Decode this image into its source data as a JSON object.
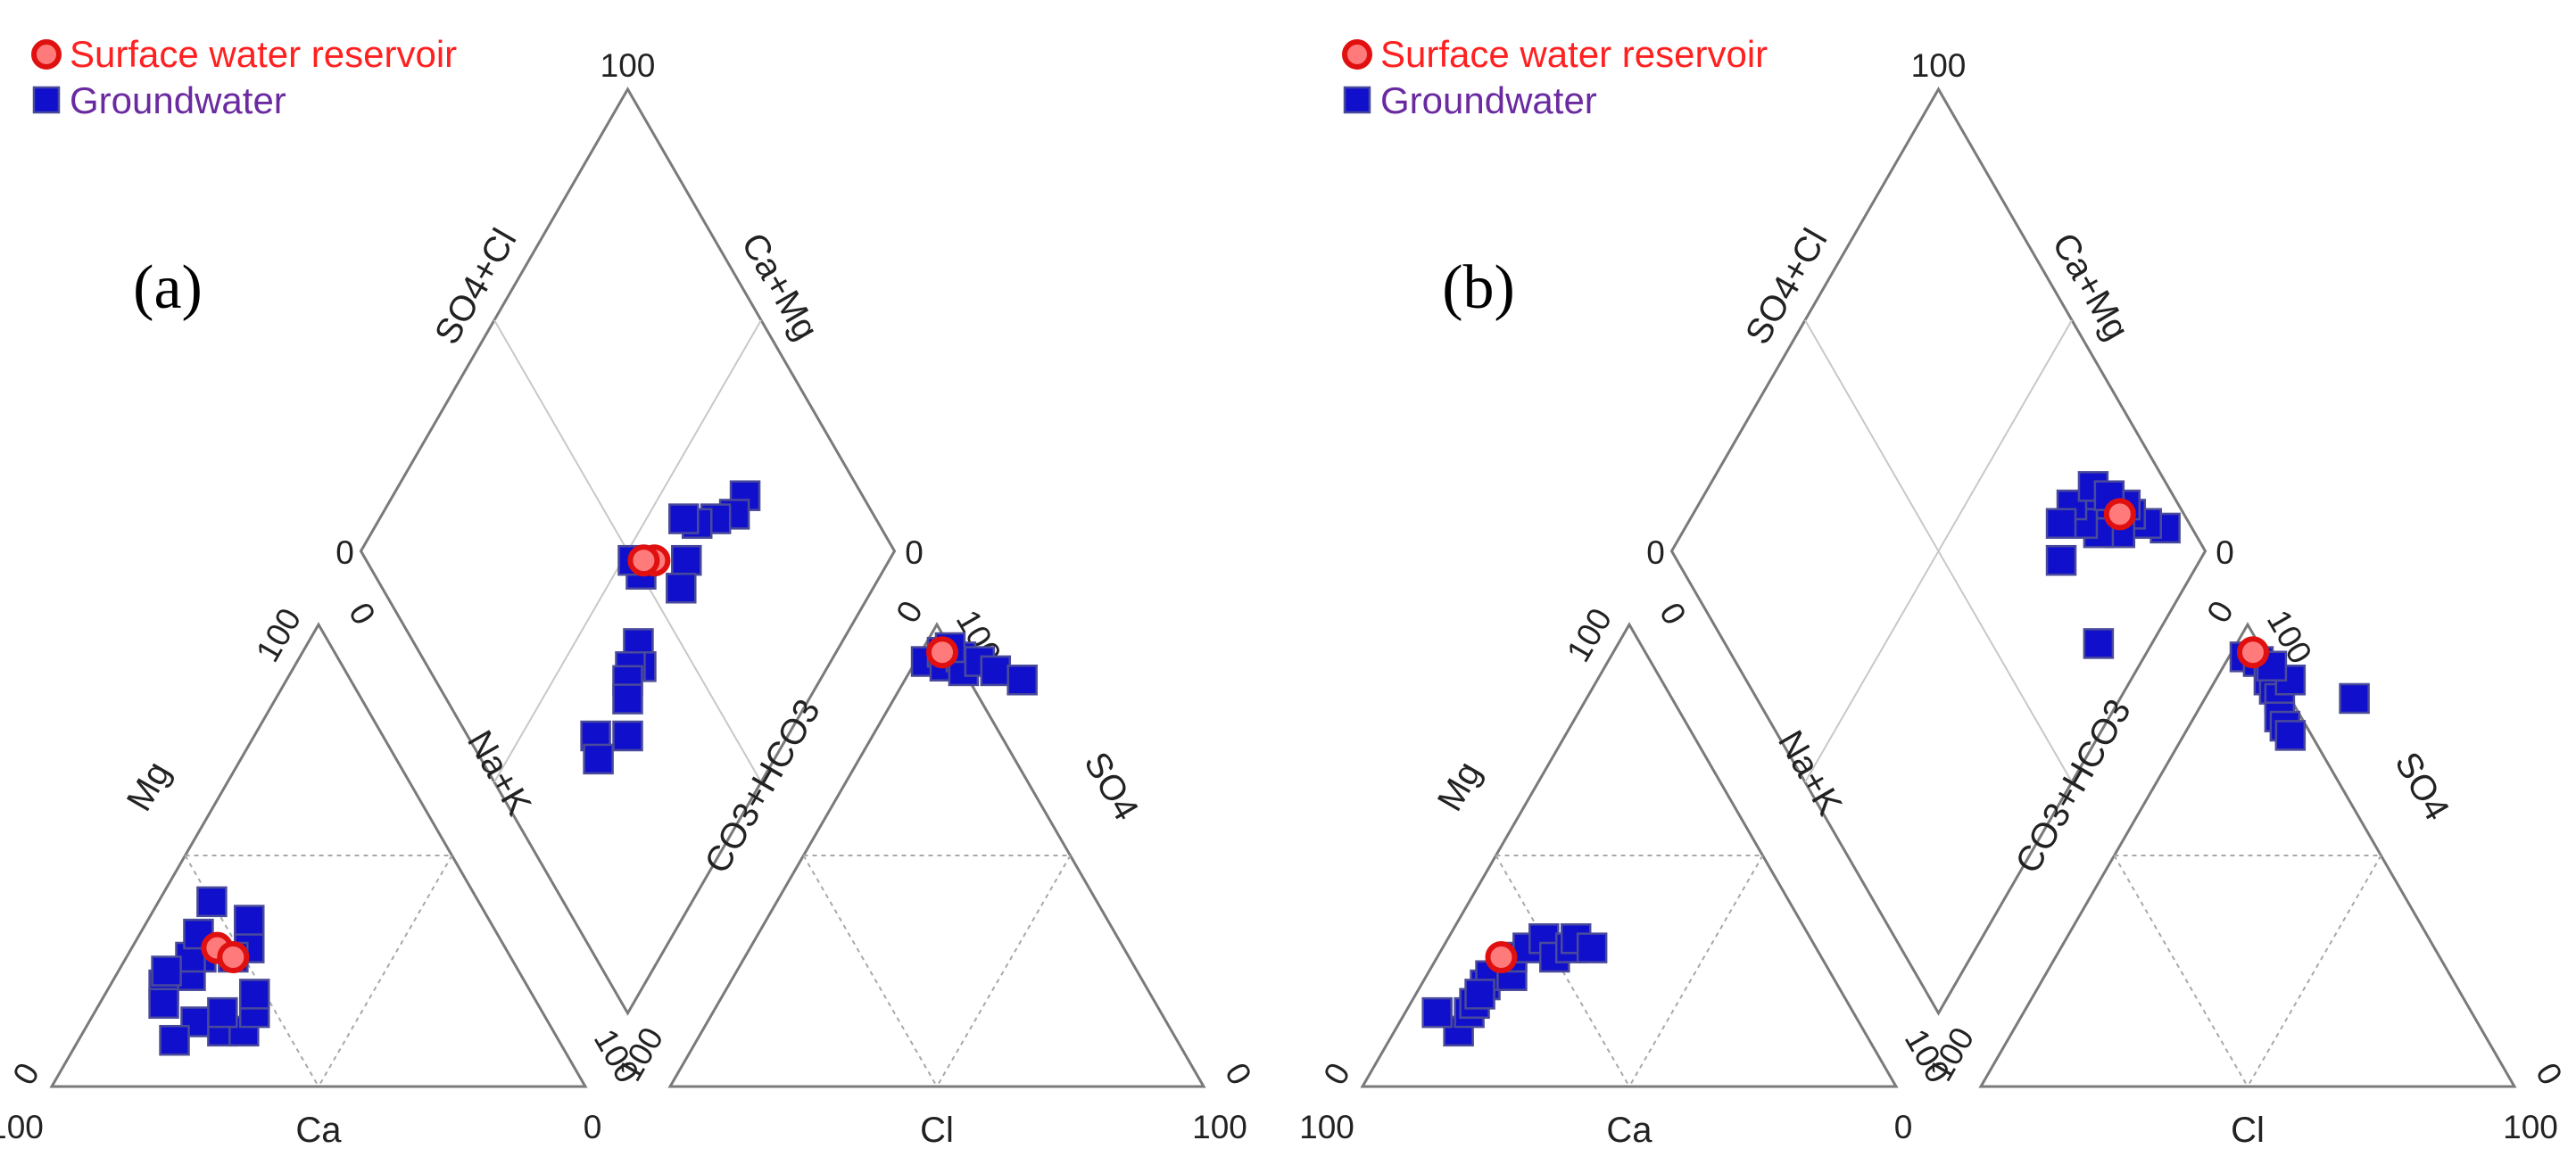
{
  "legend": {
    "surface_label": "Surface water reservoir",
    "ground_label": "Groundwater",
    "surface_color": "#ff2020",
    "ground_color": "#6a2aa0",
    "surface_marker": "red-circle",
    "ground_marker": "blue-square"
  },
  "ticks": {
    "t0": "0",
    "t100": "100"
  },
  "axis_labels": {
    "mg": "Mg",
    "ca": "Ca",
    "nak": "Na+K",
    "co3": "CO3+HCO3",
    "cl": "Cl",
    "so4": "SO4",
    "so4cl": "SO4+Cl",
    "camg": "Ca+Mg"
  },
  "chart_data": [
    {
      "type": "scatter",
      "subtype": "piper-diagram",
      "panel_label": "(a)",
      "series": [
        {
          "name": "Groundwater",
          "cation_triangle": [
            [
              50,
              40
            ],
            [
              48,
              30
            ],
            [
              52,
              28
            ],
            [
              58,
              28
            ],
            [
              45,
              36
            ],
            [
              62,
              24
            ],
            [
              60,
              28
            ],
            [
              56,
              33
            ],
            [
              68,
              22
            ],
            [
              66,
              25
            ],
            [
              70,
              18
            ],
            [
              66,
              14
            ],
            [
              62,
              12
            ],
            [
              58,
              12
            ],
            [
              54,
              16
            ],
            [
              52,
              20
            ],
            [
              60,
              16
            ],
            [
              72,
              10
            ]
          ],
          "anion_triangle": [
            [
              2,
              92
            ],
            [
              4,
              94
            ],
            [
              6,
              91
            ],
            [
              8,
              93
            ],
            [
              10,
              90
            ],
            [
              12,
              92
            ],
            [
              16,
              90
            ],
            [
              22,
              88
            ],
            [
              5,
              95
            ]
          ],
          "diamond": [
            [
              78,
              34
            ],
            [
              74,
              34
            ],
            [
              70,
              37
            ],
            [
              66,
              40
            ],
            [
              64,
              43
            ],
            [
              60,
              38
            ],
            [
              56,
              36
            ],
            [
              50,
              45
            ],
            [
              50,
              48
            ],
            [
              42,
              38
            ],
            [
              40,
              35
            ],
            [
              38,
              37
            ],
            [
              36,
              36
            ],
            [
              34,
              34
            ],
            [
              30,
              30
            ],
            [
              24,
              36
            ],
            [
              22,
              33
            ]
          ]
        },
        {
          "name": "Surface water reservoir",
          "cation_triangle": [
            [
              54,
              30
            ],
            [
              52,
              28
            ]
          ],
          "anion_triangle": [
            [
              4,
              94
            ]
          ],
          "diamond": [
            [
              54,
              44
            ],
            [
              52,
              46
            ]
          ]
        }
      ]
    },
    {
      "type": "scatter",
      "subtype": "piper-diagram",
      "panel_label": "(b)",
      "series": [
        {
          "name": "Groundwater",
          "cation_triangle": [
            [
              76,
              12
            ],
            [
              78,
              16
            ],
            [
              72,
              16
            ],
            [
              70,
              18
            ],
            [
              66,
              22
            ],
            [
              64,
              24
            ],
            [
              60,
              24
            ],
            [
              58,
              28
            ],
            [
              54,
              30
            ],
            [
              50,
              32
            ],
            [
              50,
              28
            ],
            [
              46,
              30
            ],
            [
              44,
              32
            ],
            [
              42,
              30
            ],
            [
              68,
              20
            ]
          ],
          "anion_triangle": [
            [
              3,
              93
            ],
            [
              6,
              92
            ],
            [
              10,
              88
            ],
            [
              12,
              86
            ],
            [
              14,
              84
            ],
            [
              16,
              80
            ],
            [
              18,
              78
            ],
            [
              20,
              76
            ],
            [
              14,
              88
            ],
            [
              9,
              91
            ],
            [
              28,
              84
            ]
          ],
          "diamond": [
            [
              95,
              10
            ],
            [
              92,
              14
            ],
            [
              90,
              18
            ],
            [
              90,
              20
            ],
            [
              86,
              18
            ],
            [
              84,
              24
            ],
            [
              82,
              22
            ],
            [
              80,
              26
            ],
            [
              80,
              30
            ],
            [
              76,
              30
            ],
            [
              86,
              28
            ],
            [
              88,
              24
            ],
            [
              72,
              26
            ],
            [
              70,
              10
            ]
          ]
        },
        {
          "name": "Surface water reservoir",
          "cation_triangle": [
            [
              60,
              28
            ]
          ],
          "anion_triangle": [
            [
              4,
              94
            ]
          ],
          "diamond": [
            [
              88,
              20
            ]
          ]
        }
      ]
    }
  ]
}
